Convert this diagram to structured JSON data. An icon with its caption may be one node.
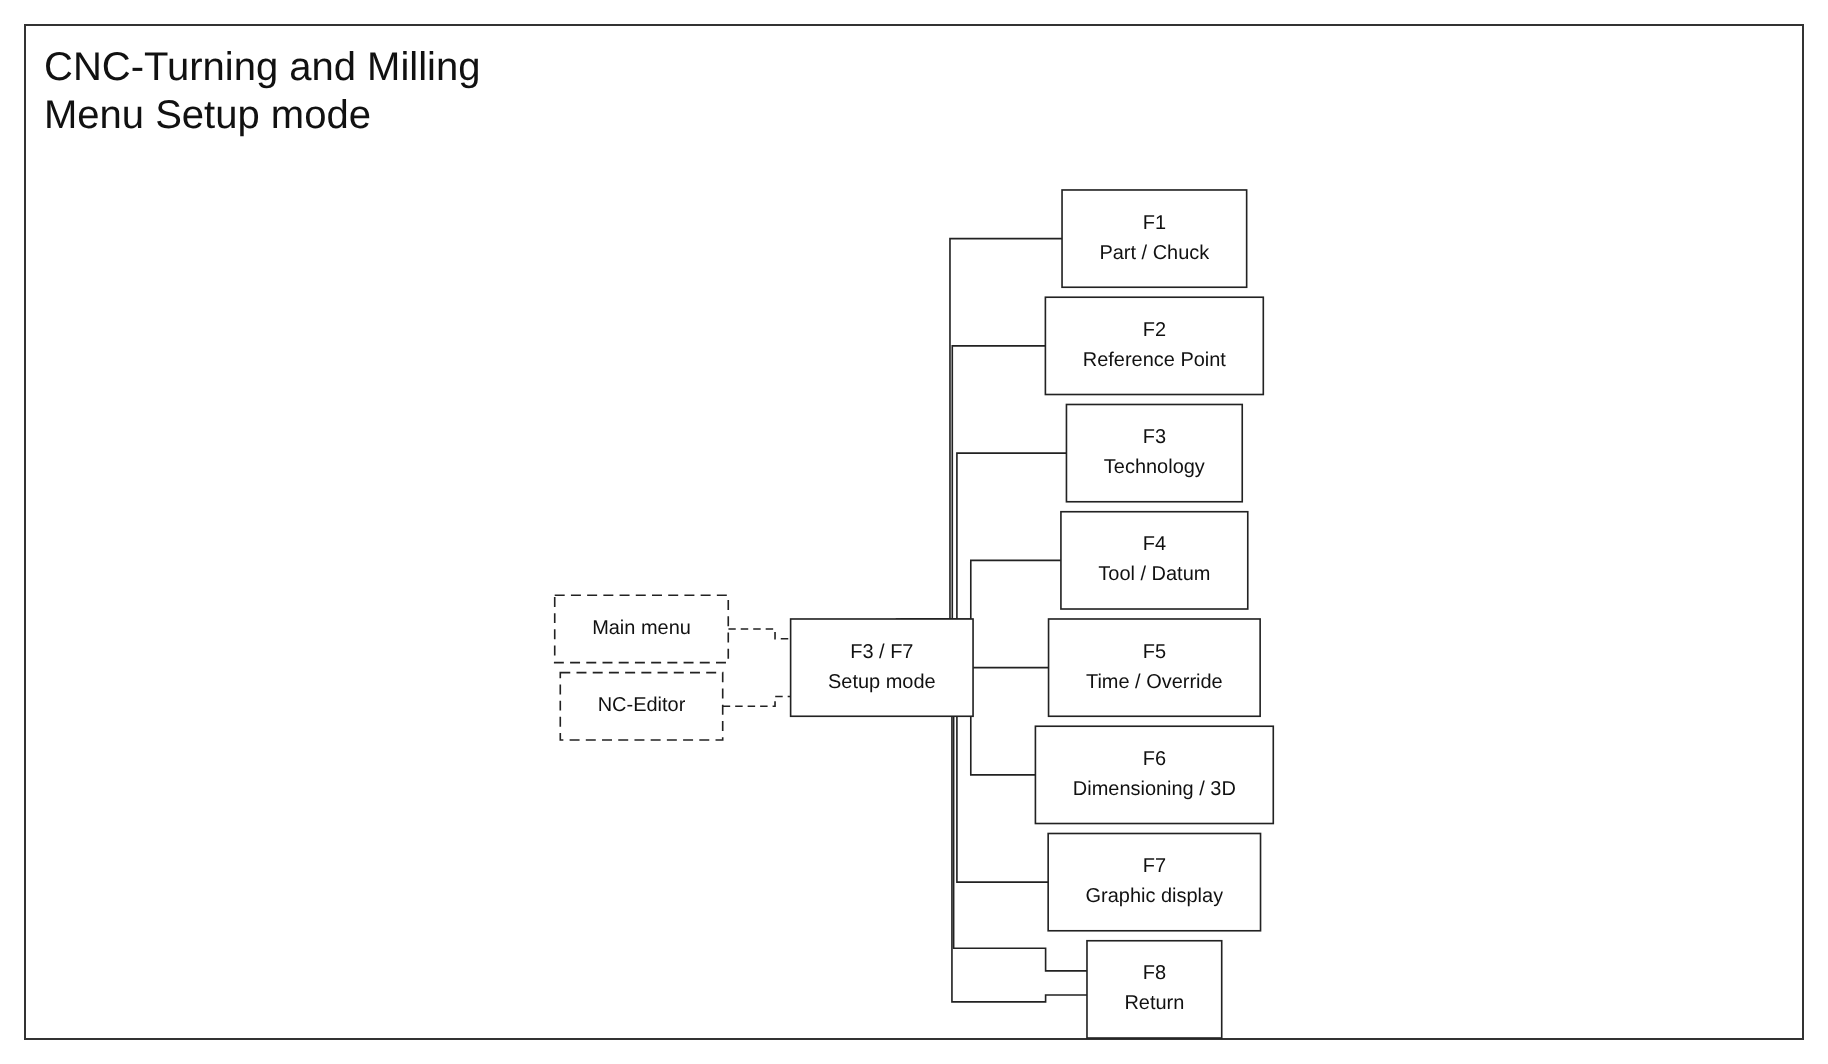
{
  "diagram": {
    "title": "CNC-Turning and Milling Menu Setup mode",
    "nodes": [
      {
        "text": [
          "Main menu"
        ]
      },
      {
        "text": [
          "NC-Editor"
        ]
      },
      {
        "text": [
          "F3 / F7",
          "Setup mode"
        ]
      },
      {
        "text": [
          "F1",
          "Part / Chuck"
        ]
      },
      {
        "text": [
          "F2",
          "Reference Point"
        ]
      },
      {
        "text": [
          "F3",
          "Technology"
        ]
      },
      {
        "text": [
          "F4",
          "Tool / Datum"
        ]
      },
      {
        "text": [
          "F5",
          "Time / Override"
        ]
      },
      {
        "text": [
          "F6",
          "Dimensioning / 3D"
        ]
      },
      {
        "text": [
          "F7",
          "Graphic display"
        ]
      },
      {
        "text": [
          "F8",
          "Return"
        ]
      }
    ],
    "edges": [
      {
        "from": 0,
        "to": 2,
        "arrow": "none",
        "style": "dashed"
      },
      {
        "from": 1,
        "to": 2,
        "arrow": "none",
        "style": "dashed"
      },
      {
        "from": 2,
        "to": 3,
        "arrow": "none"
      },
      {
        "from": 2,
        "to": 4,
        "arrow": "none"
      },
      {
        "from": 2,
        "to": 5,
        "arrow": "none"
      },
      {
        "from": 2,
        "to": 6,
        "arrow": "none"
      },
      {
        "from": 2,
        "to": 7,
        "arrow": "none"
      },
      {
        "from": 2,
        "to": 8,
        "arrow": "none"
      },
      {
        "from": 2,
        "to": 9,
        "arrow": "none"
      },
      {
        "from": 2,
        "to": 10,
        "arrow": "none"
      },
      {
        "from": 10,
        "to": 2,
        "arrow": "none"
      }
    ]
  }
}
